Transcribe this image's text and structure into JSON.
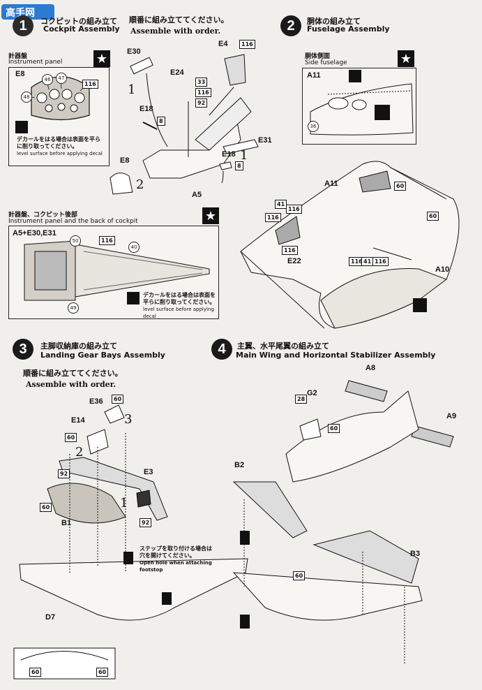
{
  "logo": {
    "text": "高手网"
  },
  "steps": [
    {
      "number": "1",
      "title_jp": "コクピットの組み立て",
      "title_en": "Cockpit Assembly",
      "order_jp": "順番に組み立ててください。",
      "order_en": "Assemble with order.",
      "sub1_jp": "計器盤",
      "sub1_en": "Instrument panel",
      "sub2_jp": "計器盤、コクピット後部",
      "sub2_en": "Instrument panel and the back of cockpit",
      "decal_note_jp": "デカールをはる場合は表面を平らに削り取ってください。",
      "decal_note_en": "level surface before applying decal",
      "combo_label": "A5+E30,E31"
    },
    {
      "number": "2",
      "title_jp": "胴体の組み立て",
      "title_en": "Fuselage Assembly",
      "sub_jp": "胴体側面",
      "sub_en": "Side fuselage"
    },
    {
      "number": "3",
      "title_jp": "主脚収納庫の組み立て",
      "title_en": "Landing Gear Bays Assembly",
      "order_jp": "順番に組み立ててください。",
      "order_en": "Assemble with order.",
      "step_note_jp": "ステップを取り付ける場合は穴を開けてください。",
      "step_note_en": "Open hole when attaching footstop"
    },
    {
      "number": "4",
      "title_jp": "主翼、水平尾翼の組み立て",
      "title_en": "Main Wing and Horizontal Stabilizer Assembly"
    }
  ],
  "parts": {
    "E30": "E30",
    "E4": "E4",
    "E24": "E24",
    "E18a": "E18",
    "E18b": "E18",
    "E8a": "E8",
    "E8b": "E8",
    "A5": "A5",
    "E31": "E31",
    "A11a": "A11",
    "A11b": "A11",
    "E22": "E22",
    "A10": "A10",
    "E36": "E36",
    "E14": "E14",
    "E3": "E3",
    "B1": "B1",
    "D7": "D7",
    "A8": "A8",
    "A9": "A9",
    "G2": "G2",
    "B2": "B2",
    "B3": "B3"
  },
  "sequence": {
    "s1": "1",
    "s2": "2",
    "s3": "3"
  },
  "paint_codes": {
    "c116": "116",
    "c33": "33",
    "c92": "92",
    "c8": "8",
    "c60": "60",
    "c41": "41",
    "c50": "50",
    "c40": "40",
    "c49": "49",
    "c46": "46",
    "c47": "47",
    "c48": "48",
    "c36": "36",
    "c28": "28"
  },
  "colors": {
    "ink": "#111111",
    "paper": "#f1efeb",
    "accent": "#c0392b"
  }
}
